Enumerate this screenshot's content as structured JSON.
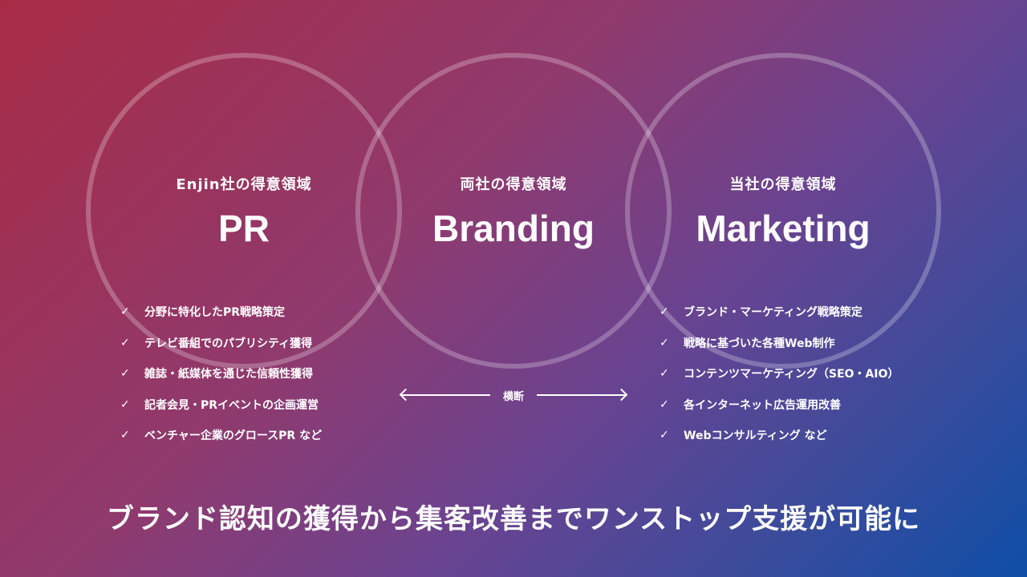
{
  "areas": [
    {
      "subtitle": "Enjin社の得意領域",
      "title": "PR"
    },
    {
      "subtitle": "両社の得意領域",
      "title": "Branding"
    },
    {
      "subtitle": "当社の得意領域",
      "title": "Marketing"
    }
  ],
  "left_list": [
    "分野に特化したPR戦略策定",
    "テレビ番組でのパブリシティ獲得",
    "雑誌・紙媒体を通じた信頼性獲得",
    "記者会見・PRイベントの企画運営",
    "ベンチャー企業のグロースPR など"
  ],
  "right_list": [
    "ブランド・マーケティング戦略策定",
    "戦略に基づいた各種Web制作",
    "コンテンツマーケティング（SEO・AIO）",
    "各インターネット広告運用改善",
    "Webコンサルティング など"
  ],
  "check": "✓",
  "arrow_label": "横断",
  "tagline": "ブランド認知の獲得から集客改善までワンストップ支援が可能に"
}
